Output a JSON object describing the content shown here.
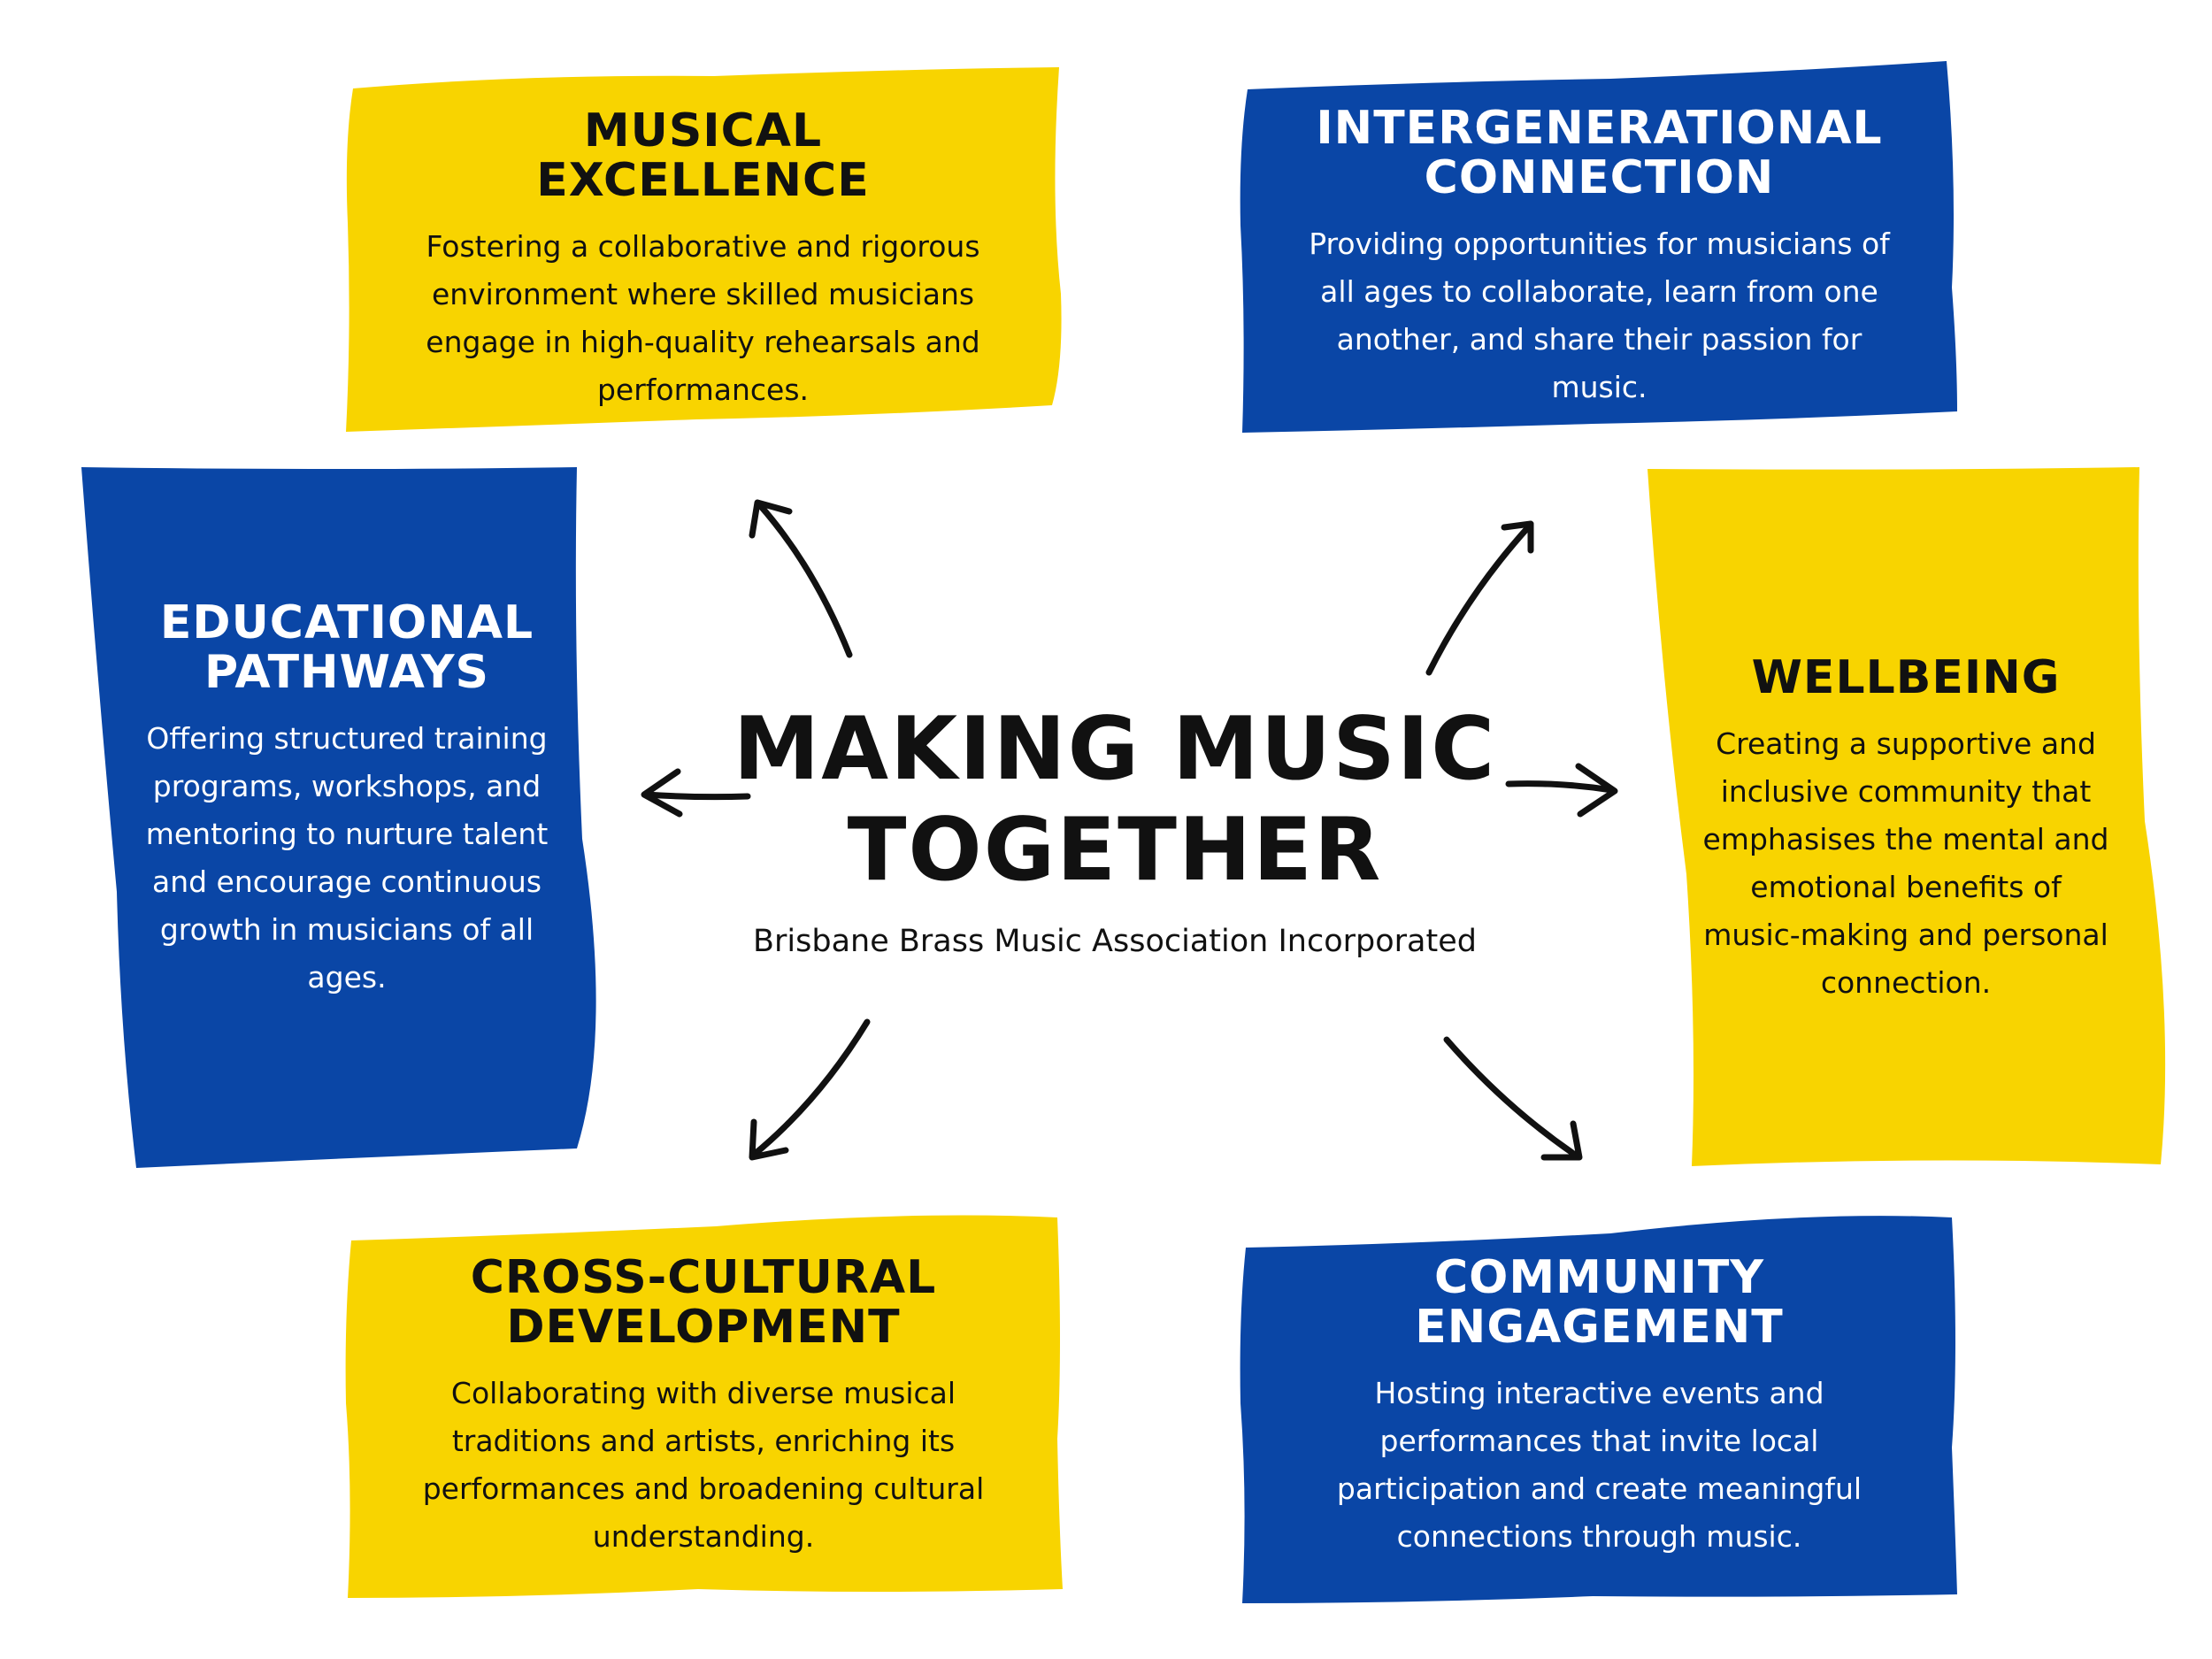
{
  "colors": {
    "yellow": "#F8D400",
    "blue": "#0A46A6",
    "ink": "#111111",
    "background": "#FFFFFF"
  },
  "center": {
    "title_line1": "MAKING MUSIC",
    "title_line2": "TOGETHER",
    "subtitle": "Brisbane Brass Music Association Incorporated"
  },
  "cards": {
    "musical_excellence": {
      "title_line1": "MUSICAL EXCELLENCE",
      "body": "Fostering a collaborative and rigorous environment where skilled musicians engage in high-quality rehearsals and performances."
    },
    "intergenerational_connection": {
      "title_line1": "INTERGENERATIONAL",
      "title_line2": "CONNECTION",
      "body": "Providing opportunities for musicians of all ages to collaborate, learn from one another, and share their passion for music."
    },
    "educational_pathways": {
      "title_line1": "EDUCATIONAL",
      "title_line2": "PATHWAYS",
      "body": "Offering structured training programs, workshops, and mentoring to nurture talent and encourage continuous growth in musicians of all ages."
    },
    "wellbeing": {
      "title_line1": "WELLBEING",
      "body": "Creating a supportive and inclusive community that emphasises the mental and emotional benefits of music-making and personal connection."
    },
    "cross_cultural_development": {
      "title_line1": "CROSS-CULTURAL",
      "title_line2": "DEVELOPMENT",
      "body": "Collaborating with diverse musical traditions and artists, enriching its performances and broadening cultural understanding."
    },
    "community_engagement": {
      "title_line1": "COMMUNITY",
      "title_line2": "ENGAGEMENT",
      "body": "Hosting interactive events and performances that invite local participation and create meaningful connections through music."
    }
  }
}
